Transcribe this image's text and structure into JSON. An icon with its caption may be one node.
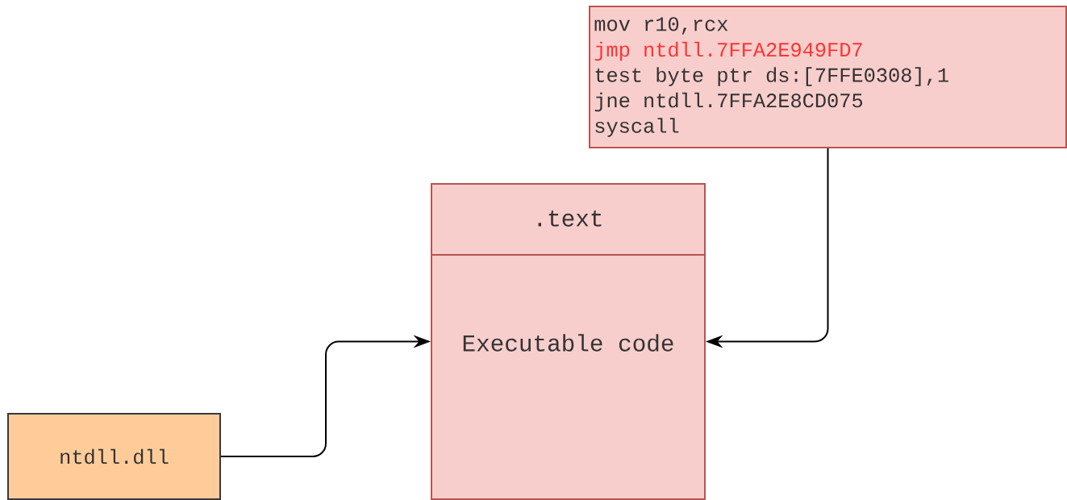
{
  "diagram": {
    "nodes": [
      {
        "text": [
          "mov r10,rcx",
          "jmp ntdll.7FFA2E949FD7",
          "test byte ptr ds:[7FFE0308],1",
          "jne ntdll.7FFA2E8CD075",
          "syscall"
        ]
      },
      {
        "text": [
          ".text",
          "Executable code"
        ]
      },
      {
        "text": [
          "ntdll.dll"
        ]
      }
    ],
    "edges": [
      {
        "from": 0,
        "to": 1,
        "arrow": "to"
      },
      {
        "from": 2,
        "to": 1,
        "arrow": "to"
      }
    ]
  }
}
